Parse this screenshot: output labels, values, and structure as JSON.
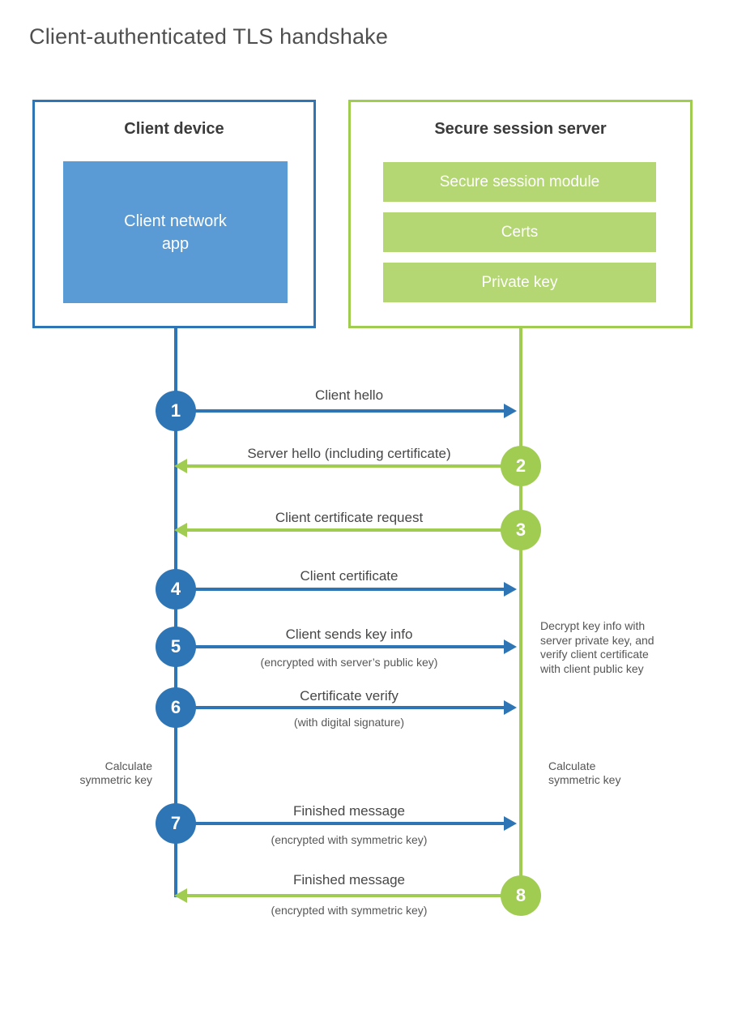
{
  "title": "Client-authenticated TLS handshake",
  "client": {
    "heading": "Client device",
    "app_label": "Client network\napp"
  },
  "server": {
    "heading": "Secure session server",
    "modules": [
      "Secure session module",
      "Certs",
      "Private key"
    ]
  },
  "steps": [
    {
      "num": "1",
      "dir": "client-to-server",
      "label": "Client hello",
      "sub": ""
    },
    {
      "num": "2",
      "dir": "server-to-client",
      "label": "Server hello (including certificate)",
      "sub": ""
    },
    {
      "num": "3",
      "dir": "server-to-client",
      "label": "Client certificate request",
      "sub": ""
    },
    {
      "num": "4",
      "dir": "client-to-server",
      "label": "Client certificate",
      "sub": ""
    },
    {
      "num": "5",
      "dir": "client-to-server",
      "label": "Client sends key info",
      "sub": "(encrypted with server’s public key)"
    },
    {
      "num": "6",
      "dir": "client-to-server",
      "label": "Certificate verify",
      "sub": "(with digital signature)"
    },
    {
      "num": "7",
      "dir": "client-to-server",
      "label": "Finished message",
      "sub": "(encrypted with symmetric key)"
    },
    {
      "num": "8",
      "dir": "server-to-client",
      "label": "Finished message",
      "sub": "(encrypted with symmetric key)"
    }
  ],
  "notes": {
    "decrypt": "Decrypt key info with\nserver private key, and\nverify client certificate\nwith client public key",
    "calc_client": "Calculate\nsymmetric key",
    "calc_server": "Calculate\nsymmetric key"
  },
  "colors": {
    "blue": "#2e75b6",
    "blue_fill": "#5b9bd5",
    "green": "#a1cc52",
    "green_fill": "#b4d673"
  }
}
